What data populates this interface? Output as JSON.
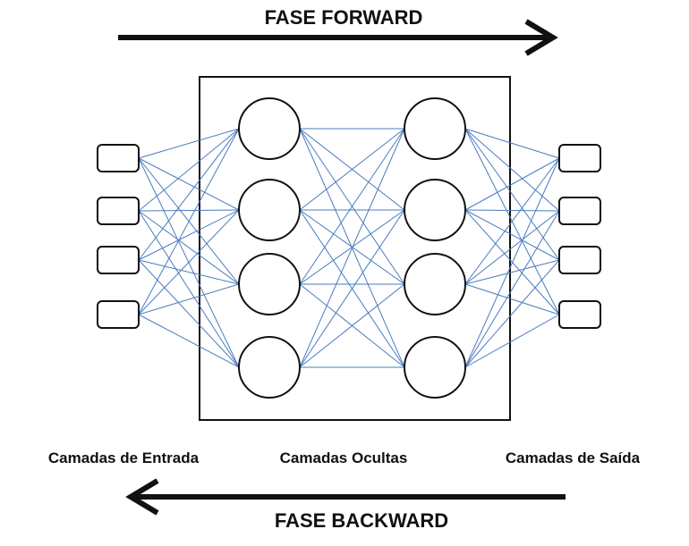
{
  "diagram": {
    "forward_label": "FASE FORWARD",
    "backward_label": "FASE BACKWARD",
    "layers": [
      {
        "name": "Camadas de Entrada",
        "nodes": 4,
        "shape": "rounded-rect"
      },
      {
        "name": "Camadas Ocultas",
        "nodes": 8,
        "shape": "circle"
      },
      {
        "name": "Camadas de Saída",
        "nodes": 4,
        "shape": "rounded-rect"
      }
    ],
    "hidden_columns": 2,
    "nodes_per_hidden_column": 4,
    "connection": "fully-connected",
    "colors": {
      "edge": "#4a7cc0",
      "node_stroke": "#111111",
      "arrow": "#111111",
      "background": "#ffffff"
    }
  }
}
